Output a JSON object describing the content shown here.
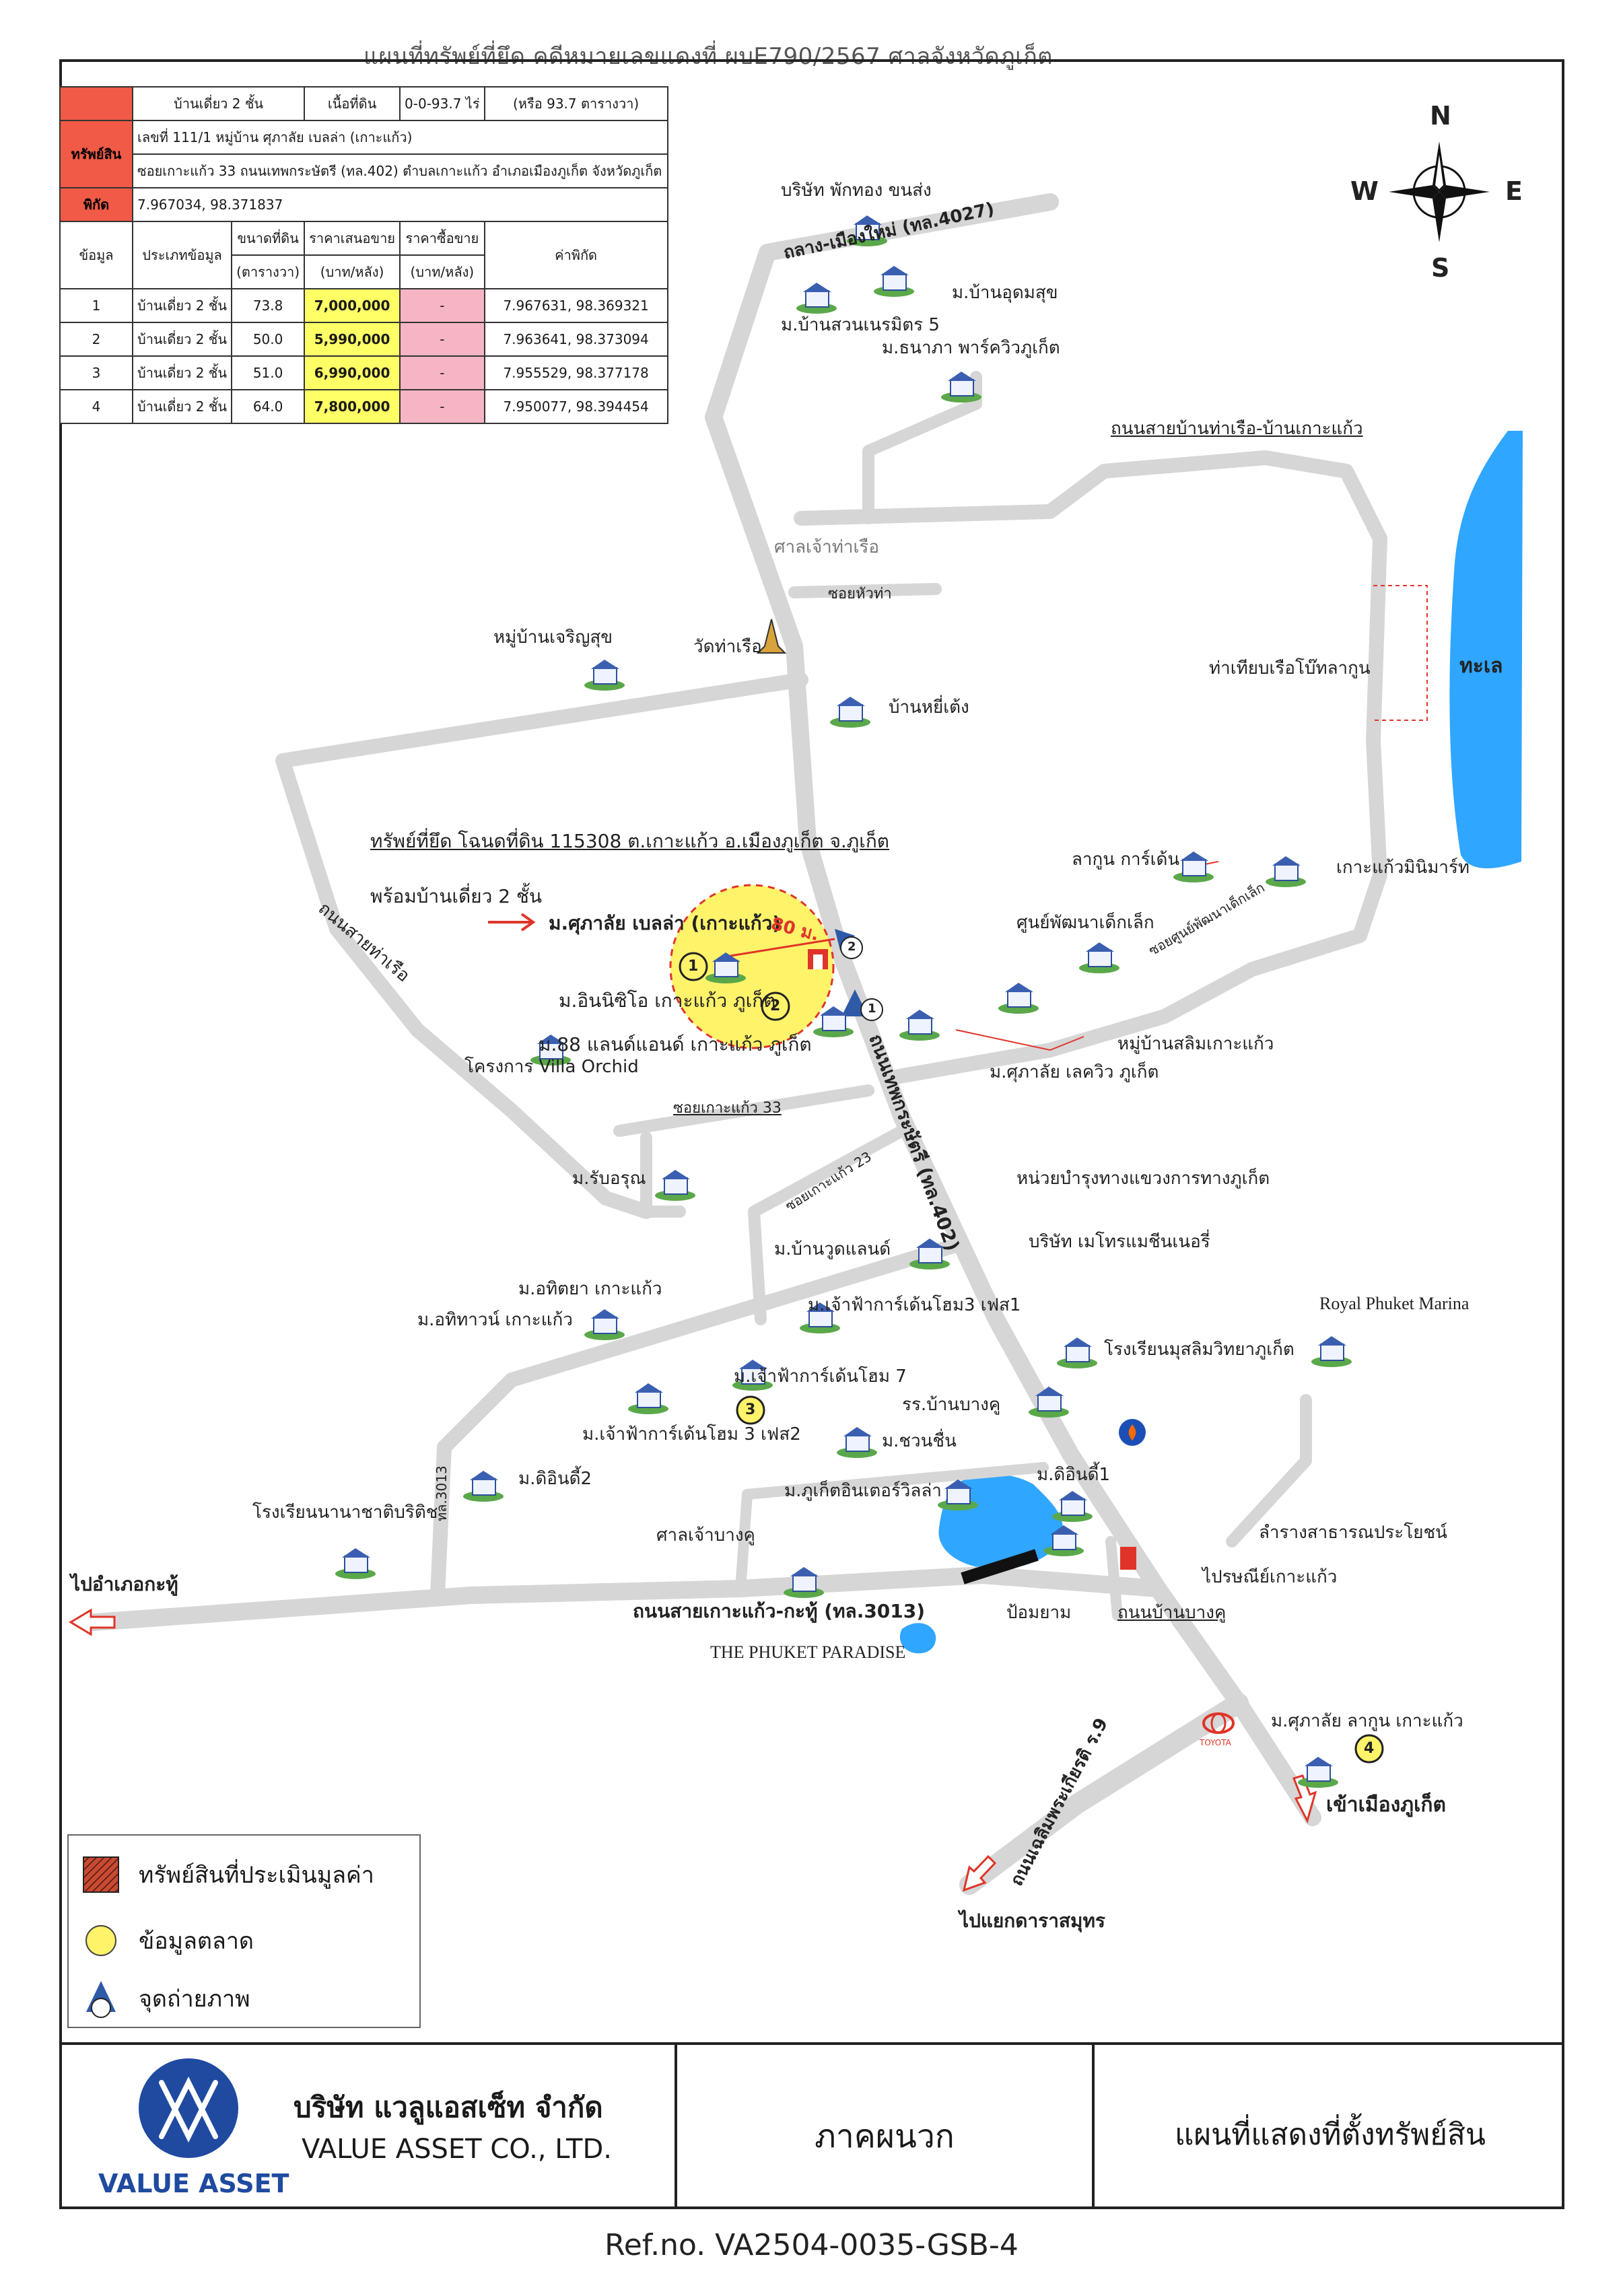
{
  "header": {
    "title": "แผนที่ทรัพย์ที่ยึด คดีหมายเลขแดงที่ ผบE790/2567 ศาลจังหวัดภูเก็ต"
  },
  "property_table": {
    "top_row": [
      "บ้านเดี่ยว 2 ชั้น",
      "เนื้อที่ดิน",
      "0-0-93.7 ไร่",
      "(หรือ 93.7 ตารางวา)"
    ],
    "asset_label": "ทรัพย์สิน",
    "asset_line1": "เลขที่ 111/1 หมู่บ้าน ศุภาลัย เบลล่า (เกาะแก้ว)",
    "asset_line2": "ซอยเกาะแก้ว 33 ถนนเทพกระษัตรี (ทล.402) ตำบลเกาะแก้ว อำเภอเมืองภูเก็ต จังหวัดภูเก็ต",
    "coord_label": "พิกัด",
    "coord_value": "7.967034, 98.371837",
    "columns": [
      "ข้อมูล",
      "ประเภทข้อมูล",
      "ขนาดที่ดิน",
      "(ตารางวา)",
      "ราคาเสนอขาย",
      "(บาท/หลัง)",
      "ราคาซื้อขาย",
      "(บาท/หลัง)",
      "ค่าพิกัด"
    ],
    "rows": [
      {
        "no": "1",
        "type": "บ้านเดี่ยว 2 ชั้น",
        "size": "73.8",
        "offer": "7,000,000",
        "sale": "-",
        "coord": "7.967631, 98.369321"
      },
      {
        "no": "2",
        "type": "บ้านเดี่ยว 2 ชั้น",
        "size": "50.0",
        "offer": "5,990,000",
        "sale": "-",
        "coord": "7.963641, 98.373094"
      },
      {
        "no": "3",
        "type": "บ้านเดี่ยว 2 ชั้น",
        "size": "51.0",
        "offer": "6,990,000",
        "sale": "-",
        "coord": "7.955529, 98.377178"
      },
      {
        "no": "4",
        "type": "บ้านเดี่ยว 2 ชั้น",
        "size": "64.0",
        "offer": "7,800,000",
        "sale": "-",
        "coord": "7.950077, 98.394454"
      }
    ]
  },
  "compass": {
    "n": "N",
    "s": "S",
    "e": "E",
    "w": "W"
  },
  "map_labels": {
    "phakthong": "บริษัท พักทอง ขนส่ง",
    "road_4027": "ถลาง-เมืองใหม่ (ทล.4027)",
    "udomsuk": "ม.บ้านอุดมสุข",
    "suanneramit": "ม.บ้านสวนเนรมิตร 5",
    "thanapa": "ม.ธนาภา พาร์ควิวภูเก็ต",
    "road_tharuea": "ถนนสายบ้านท่าเรือ-บ้านเกาะแก้ว",
    "sanjao_tharuea": "ศาลเจ้าท่าเรือ",
    "soi_huatha": "ซอยหัวท่า",
    "charoensuk": "หมู่บ้านเจริญสุข",
    "wat_tharuea": "วัดท่าเรือ",
    "ban_yeeteng": "บ้านหยี่เต้ง",
    "pier": "ท่าเทียบเรือโบ๊ทลากูน",
    "sea": "ทะเล",
    "subject_line1": "ทรัพย์ที่ยึด โฉนดที่ดิน 115308 ต.เกาะแก้ว อ.เมืองภูเก็ต จ.ภูเก็ต",
    "subject_line2": "พร้อมบ้านเดี่ยว 2 ชั้น",
    "subject_name": "ม.ศุภาลัย เบลล่า (เกาะแก้ว)",
    "distance": "80 ม.",
    "road_tharuea2": "ถนนสายท่าเรือ",
    "inizio": "ม.อินนิซิโอ เกาะแก้ว ภูเก็ต",
    "land88": "ม.88 แลนด์แอนด์ เกาะแก้ว ภูเก็ต",
    "villa_orchid": "โครงการ Villa Orchid",
    "soi33": "ซอยเกาะแก้ว 33",
    "lagoon_garden": "ลากูน การ์เด้น",
    "kohkaew_minimart": "เกาะแก้วมินิมาร์ท",
    "child_center": "ศูนย์พัฒนาเด็กเล็ก",
    "soi_child": "ซอยศูนย์พัฒนาเด็กเล็ก",
    "salimkohkaew": "หมู่บ้านสลิมเกาะแก้ว",
    "supalai_lakeview": "ม.ศุภาลัย เลควิว ภูเก็ต",
    "road_402": "ถนนเทพกระษัตรี (ทล.402)",
    "soi23": "ซอยเกาะแก้ว 23",
    "rubarun": "ม.รับอรุณ",
    "highway_unit": "หน่วยบำรุงทางแขวงการทางภูเก็ต",
    "woodland": "ม.บ้านวูดแลนด์",
    "metro": "บริษัท เมโทรแมชีนเนอรี่",
    "atitaya": "ม.อทิตยา เกาะแก้ว",
    "atitarn": "ม.อทิทาวน์ เกาะแก้ว",
    "chaofa3_2_1": "ม.เจ้าฟ้าการ์เด้นโฮม3 เฟส1",
    "chaofa7": "ม.เจ้าฟ้าการ์เด้นโฮม 7",
    "chaofa3_2": "ม.เจ้าฟ้าการ์เด้นโฮม 3 เฟส2",
    "royal_marina": "Royal Phuket Marina",
    "muslim_school": "โรงเรียนมุสลิมวิทยาภูเก็ต",
    "banbangkhu_school": "รร.บ้านบางคู",
    "chuanchuen": "ม.ชวนชื่น",
    "ditee2": "ม.ดิอินดี้2",
    "ditee1": "ม.ดิอินดี้1",
    "intervilla": "ม.ภูเก็ตอินเตอร์วิลล่า",
    "international_school": "โรงเรียนนานาชาติบริติช",
    "road_3013v": "ทล.3013",
    "sanjao_bangkhu": "ศาลเจ้าบางคู",
    "pumping": "ลำรางสาธารณประโยชน์",
    "post": "ไปรษณีย์เกาะแก้ว",
    "to_kathu": "ไปอำเภอกะทู้",
    "road_3013": "ถนนสายเกาะแก้ว-กะทู้ (ทล.3013)",
    "poyam": "ป้อมยาม",
    "road_bangkhu": "ถนนบ้านบางคู",
    "phuket_paradise": "THE PHUKET PARADISE",
    "toyota": "TOYOTA",
    "supalai_lagoon": "ม.ศุภาลัย ลากูน เกาะแก้ว",
    "to_city": "เข้าเมืองภูเก็ต",
    "road_9": "ถนนเฉลิมพระเกียรติ ร.9",
    "to_darasamut": "ไปแยกดาราสมุทร",
    "marker_1": "1",
    "marker_2": "2",
    "marker_3": "3",
    "marker_4": "4",
    "photo_1": "1",
    "photo_2": "2"
  },
  "legend": {
    "subject": "ทรัพย์สินที่ประเมินมูลค่า",
    "market": "ข้อมูลตลาด",
    "photo": "จุดถ่ายภาพ"
  },
  "footer": {
    "company_th": "บริษัท แวลูแอสเซ็ท จำกัด",
    "company_en": "VALUE ASSET CO., LTD.",
    "logo_text": "VALUE ASSET",
    "middle": "ภาคผนวก",
    "right": "แผนที่แสดงที่ตั้งทรัพย์สิน"
  },
  "ref": "Ref.no. VA2504-0035-GSB-4",
  "colors": {
    "road": "#d6d6d6",
    "water": "#2fa6ff",
    "circle": "#fff36a",
    "red": "#e0342a",
    "table_red": "#f05a46"
  }
}
